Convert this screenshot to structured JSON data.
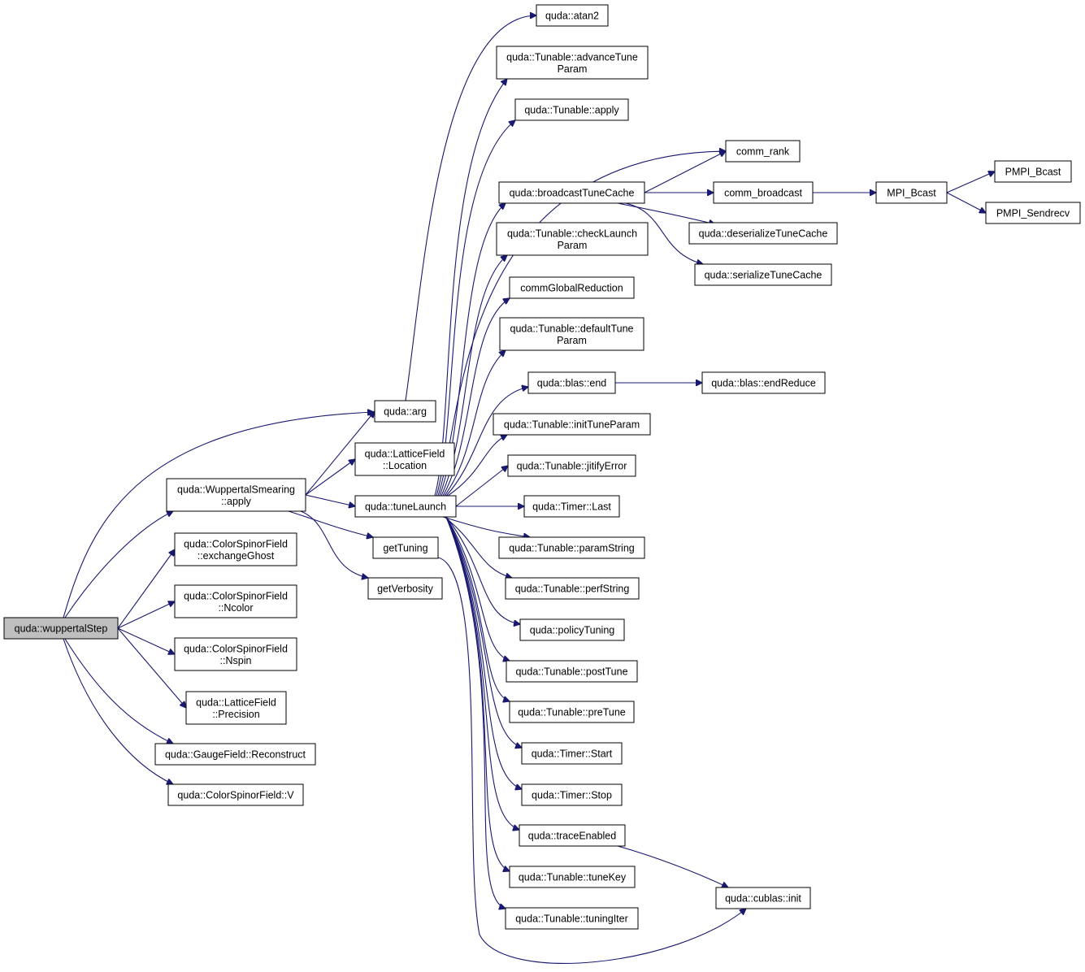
{
  "colors": {
    "edge": "#191970",
    "root_fill": "#bfbfbf",
    "node_fill": "#ffffff",
    "border": "#000000"
  },
  "nodes": [
    {
      "id": "wuppertalStep",
      "lines": [
        "quda::wuppertalStep"
      ],
      "root": true
    },
    {
      "id": "wsApply",
      "lines": [
        "quda::WuppertalSmearing",
        "::apply"
      ]
    },
    {
      "id": "exchangeGhost",
      "lines": [
        "quda::ColorSpinorField",
        "::exchangeGhost"
      ]
    },
    {
      "id": "ncolor",
      "lines": [
        "quda::ColorSpinorField",
        "::Ncolor"
      ]
    },
    {
      "id": "nspin",
      "lines": [
        "quda::ColorSpinorField",
        "::Nspin"
      ]
    },
    {
      "id": "precision",
      "lines": [
        "quda::LatticeField",
        "::Precision"
      ]
    },
    {
      "id": "reconstruct",
      "lines": [
        "quda::GaugeField::Reconstruct"
      ]
    },
    {
      "id": "csfV",
      "lines": [
        "quda::ColorSpinorField::V"
      ]
    },
    {
      "id": "arg",
      "lines": [
        "quda::arg"
      ]
    },
    {
      "id": "location",
      "lines": [
        "quda::LatticeField",
        "::Location"
      ]
    },
    {
      "id": "tuneLaunch",
      "lines": [
        "quda::tuneLaunch"
      ]
    },
    {
      "id": "getTuning",
      "lines": [
        "getTuning"
      ]
    },
    {
      "id": "getVerbosity",
      "lines": [
        "getVerbosity"
      ]
    },
    {
      "id": "atan2",
      "lines": [
        "quda::atan2"
      ]
    },
    {
      "id": "advanceTuneParam",
      "lines": [
        "quda::Tunable::advanceTune",
        "Param"
      ]
    },
    {
      "id": "tunableApply",
      "lines": [
        "quda::Tunable::apply"
      ]
    },
    {
      "id": "broadcastTuneCache",
      "lines": [
        "quda::broadcastTuneCache"
      ]
    },
    {
      "id": "checkLaunchParam",
      "lines": [
        "quda::Tunable::checkLaunch",
        "Param"
      ]
    },
    {
      "id": "commGlobalReduction",
      "lines": [
        "commGlobalReduction"
      ]
    },
    {
      "id": "defaultTuneParam",
      "lines": [
        "quda::Tunable::defaultTune",
        "Param"
      ]
    },
    {
      "id": "blasEnd",
      "lines": [
        "quda::blas::end"
      ]
    },
    {
      "id": "initTuneParam",
      "lines": [
        "quda::Tunable::initTuneParam"
      ]
    },
    {
      "id": "jitifyError",
      "lines": [
        "quda::Tunable::jitifyError"
      ]
    },
    {
      "id": "timerLast",
      "lines": [
        "quda::Timer::Last"
      ]
    },
    {
      "id": "paramString",
      "lines": [
        "quda::Tunable::paramString"
      ]
    },
    {
      "id": "perfString",
      "lines": [
        "quda::Tunable::perfString"
      ]
    },
    {
      "id": "policyTuning",
      "lines": [
        "quda::policyTuning"
      ]
    },
    {
      "id": "postTune",
      "lines": [
        "quda::Tunable::postTune"
      ]
    },
    {
      "id": "preTune",
      "lines": [
        "quda::Tunable::preTune"
      ]
    },
    {
      "id": "timerStart",
      "lines": [
        "quda::Timer::Start"
      ]
    },
    {
      "id": "timerStop",
      "lines": [
        "quda::Timer::Stop"
      ]
    },
    {
      "id": "traceEnabled",
      "lines": [
        "quda::traceEnabled"
      ]
    },
    {
      "id": "tuneKey",
      "lines": [
        "quda::Tunable::tuneKey"
      ]
    },
    {
      "id": "tuningIter",
      "lines": [
        "quda::Tunable::tuningIter"
      ]
    },
    {
      "id": "commRank",
      "lines": [
        "comm_rank"
      ]
    },
    {
      "id": "commBroadcast",
      "lines": [
        "comm_broadcast"
      ]
    },
    {
      "id": "deserializeTuneCache",
      "lines": [
        "quda::deserializeTuneCache"
      ]
    },
    {
      "id": "serializeTuneCache",
      "lines": [
        "quda::serializeTuneCache"
      ]
    },
    {
      "id": "blasEndReduce",
      "lines": [
        "quda::blas::endReduce"
      ]
    },
    {
      "id": "cublasInit",
      "lines": [
        "quda::cublas::init"
      ]
    },
    {
      "id": "mpiBcast",
      "lines": [
        "MPI_Bcast"
      ]
    },
    {
      "id": "pmpiBcast",
      "lines": [
        "PMPI_Bcast"
      ]
    },
    {
      "id": "pmpiSendrecv",
      "lines": [
        "PMPI_Sendrecv"
      ]
    }
  ],
  "edges": [
    [
      "wuppertalStep",
      "arg"
    ],
    [
      "wuppertalStep",
      "wsApply"
    ],
    [
      "wuppertalStep",
      "exchangeGhost"
    ],
    [
      "wuppertalStep",
      "ncolor"
    ],
    [
      "wuppertalStep",
      "nspin"
    ],
    [
      "wuppertalStep",
      "precision"
    ],
    [
      "wuppertalStep",
      "reconstruct"
    ],
    [
      "wuppertalStep",
      "csfV"
    ],
    [
      "wsApply",
      "arg"
    ],
    [
      "wsApply",
      "location"
    ],
    [
      "wsApply",
      "tuneLaunch"
    ],
    [
      "wsApply",
      "getTuning"
    ],
    [
      "wsApply",
      "getVerbosity"
    ],
    [
      "arg",
      "atan2"
    ],
    [
      "tuneLaunch",
      "advanceTuneParam"
    ],
    [
      "tuneLaunch",
      "tunableApply"
    ],
    [
      "tuneLaunch",
      "commRank"
    ],
    [
      "tuneLaunch",
      "broadcastTuneCache"
    ],
    [
      "tuneLaunch",
      "checkLaunchParam"
    ],
    [
      "tuneLaunch",
      "commGlobalReduction"
    ],
    [
      "tuneLaunch",
      "defaultTuneParam"
    ],
    [
      "tuneLaunch",
      "blasEnd"
    ],
    [
      "tuneLaunch",
      "initTuneParam"
    ],
    [
      "tuneLaunch",
      "jitifyError"
    ],
    [
      "tuneLaunch",
      "timerLast"
    ],
    [
      "tuneLaunch",
      "paramString"
    ],
    [
      "tuneLaunch",
      "perfString"
    ],
    [
      "tuneLaunch",
      "policyTuning"
    ],
    [
      "tuneLaunch",
      "postTune"
    ],
    [
      "tuneLaunch",
      "preTune"
    ],
    [
      "tuneLaunch",
      "timerStart"
    ],
    [
      "tuneLaunch",
      "timerStop"
    ],
    [
      "tuneLaunch",
      "traceEnabled"
    ],
    [
      "tuneLaunch",
      "tuneKey"
    ],
    [
      "tuneLaunch",
      "tuningIter"
    ],
    [
      "getTuning",
      "cublasInit"
    ],
    [
      "broadcastTuneCache",
      "commRank"
    ],
    [
      "broadcastTuneCache",
      "commBroadcast"
    ],
    [
      "broadcastTuneCache",
      "deserializeTuneCache"
    ],
    [
      "broadcastTuneCache",
      "serializeTuneCache"
    ],
    [
      "commBroadcast",
      "mpiBcast"
    ],
    [
      "mpiBcast",
      "pmpiBcast"
    ],
    [
      "mpiBcast",
      "pmpiSendrecv"
    ],
    [
      "blasEnd",
      "blasEndReduce"
    ],
    [
      "traceEnabled",
      "cublasInit"
    ]
  ]
}
